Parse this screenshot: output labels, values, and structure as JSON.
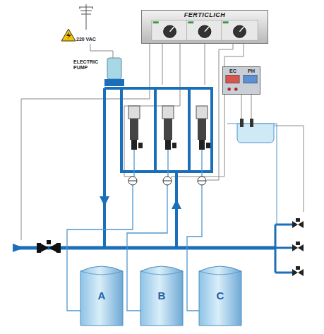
{
  "diagram": {
    "nodes": [
      {
        "text": [
          "FERTICLICH"
        ]
      },
      {
        "text": [
          "EC",
          "PH"
        ]
      },
      {
        "text": [
          "A"
        ]
      },
      {
        "text": [
          "B"
        ]
      },
      {
        "text": [
          "C"
        ]
      }
    ],
    "labels": [
      "220 VAC",
      "ELECTRIC PUMP"
    ]
  }
}
